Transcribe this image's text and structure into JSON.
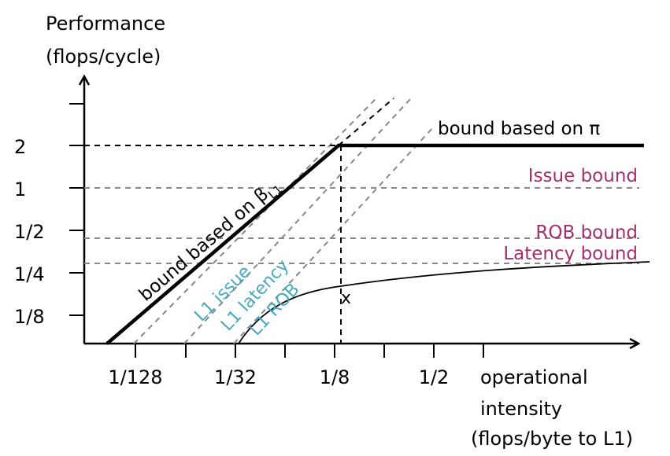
{
  "y_axis": {
    "title_line1": "Performance",
    "title_line2": "(flops/cycle)",
    "tick_labels": [
      "2",
      "1",
      "1/2",
      "1/4",
      "1/8"
    ]
  },
  "x_axis": {
    "title_line1": "operational",
    "title_line2": "intensity",
    "title_line3": "(flops/byte to L1)",
    "tick_labels": [
      "1/128",
      "1/32",
      "1/8",
      "1/2"
    ]
  },
  "labels": {
    "pi_bound": "bound based on π",
    "beta_bound": "bound based on β",
    "beta_sub": "L1",
    "issue_bound": "Issue bound",
    "rob_bound": "ROB bound",
    "latency_bound": "Latency bound",
    "l1_issue": "L1 issue",
    "l1_latency": "L1 latency",
    "l1_rob": "L1 ROB",
    "point_x": "x"
  },
  "colors": {
    "bound_label": "#a3306a",
    "diag_label": "#4aa8c0",
    "dashed": "#888888",
    "roof": "#000000"
  }
}
